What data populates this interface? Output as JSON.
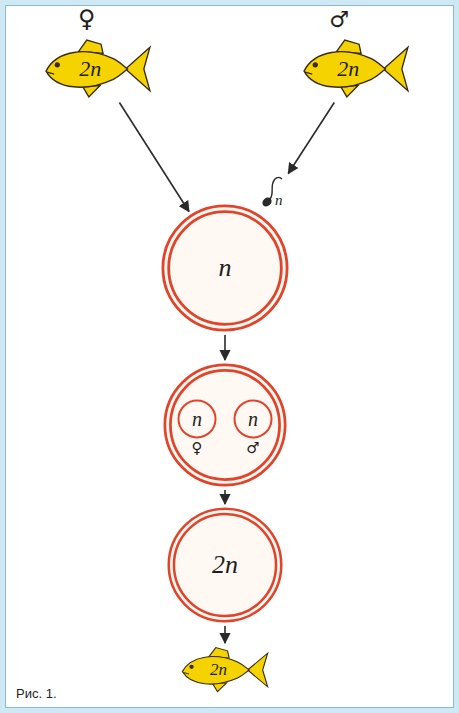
{
  "diagram": {
    "caption": "Рис. 1.",
    "nodes": [
      {
        "text": [
          "♀",
          "2n"
        ]
      },
      {
        "text": [
          "♂",
          "2n"
        ]
      },
      {
        "text": [
          "n"
        ]
      },
      {
        "text": [
          "n"
        ]
      },
      {
        "text": []
      },
      {
        "text": [
          "n",
          "♀"
        ],
        "in": 4
      },
      {
        "text": [
          "n",
          "♂"
        ],
        "in": 4
      },
      {
        "text": [
          "2n"
        ]
      },
      {
        "text": [
          "2n"
        ]
      }
    ],
    "edges": [
      {
        "from": 0,
        "to": 2,
        "arrow": "to"
      },
      {
        "from": 1,
        "to": 3,
        "arrow": "to"
      },
      {
        "from": 2,
        "to": 4,
        "arrow": "to"
      },
      {
        "from": 4,
        "to": 7,
        "arrow": "to"
      },
      {
        "from": 7,
        "to": 8,
        "arrow": "to"
      }
    ]
  }
}
